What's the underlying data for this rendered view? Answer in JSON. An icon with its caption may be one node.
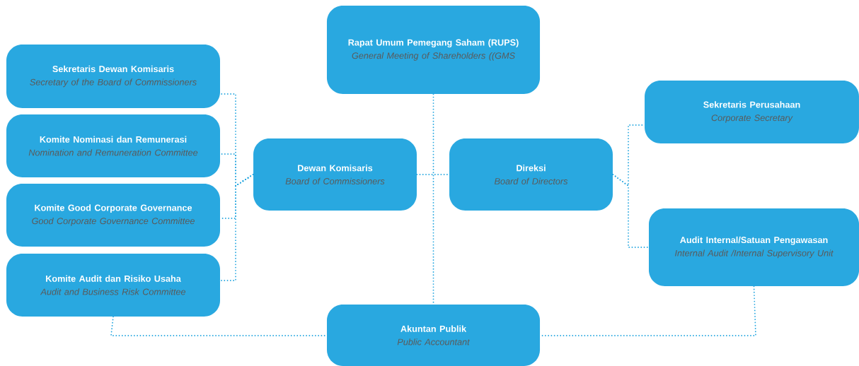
{
  "diagram": {
    "nodes": [
      {
        "text": [
          "Rapat Umum Pemegang Saham (RUPS)",
          "General Meeting of Shareholders ((GMS"
        ]
      },
      {
        "text": [
          "Sekretaris Dewan Komisaris",
          "Secretary of the Board of Commissioners"
        ]
      },
      {
        "text": [
          "Komite Nominasi dan Remunerasi",
          "Nomination and Remuneration Committee"
        ]
      },
      {
        "text": [
          "Komite Good Corporate Governance",
          "Good Corporate Governance Committee"
        ]
      },
      {
        "text": [
          "Komite Audit dan Risiko Usaha",
          "Audit and Business Risk Committee"
        ]
      },
      {
        "text": [
          "Dewan Komisaris",
          "Board of Commissioners"
        ]
      },
      {
        "text": [
          "Direksi",
          "Board of Directors"
        ]
      },
      {
        "text": [
          "Sekretaris Perusahaan",
          "Corporate Secretary"
        ]
      },
      {
        "text": [
          "Audit Internal/Satuan Pengawasan",
          "Internal Audit /Internal Supervisory Unit"
        ]
      },
      {
        "text": [
          "Akuntan Publik",
          "Public Accountant"
        ]
      }
    ],
    "edges": [
      {
        "from": 0,
        "to": 9,
        "arrow": "none"
      },
      {
        "from": 5,
        "to": 6,
        "arrow": "none"
      },
      {
        "from": 5,
        "to": 1,
        "arrow": "none"
      },
      {
        "from": 5,
        "to": 2,
        "arrow": "none"
      },
      {
        "from": 5,
        "to": 3,
        "arrow": "none"
      },
      {
        "from": 5,
        "to": 4,
        "arrow": "none"
      },
      {
        "from": 6,
        "to": 7,
        "arrow": "none"
      },
      {
        "from": 6,
        "to": 8,
        "arrow": "none"
      },
      {
        "from": 4,
        "to": 9,
        "arrow": "none"
      },
      {
        "from": 8,
        "to": 9,
        "arrow": "none"
      }
    ]
  }
}
